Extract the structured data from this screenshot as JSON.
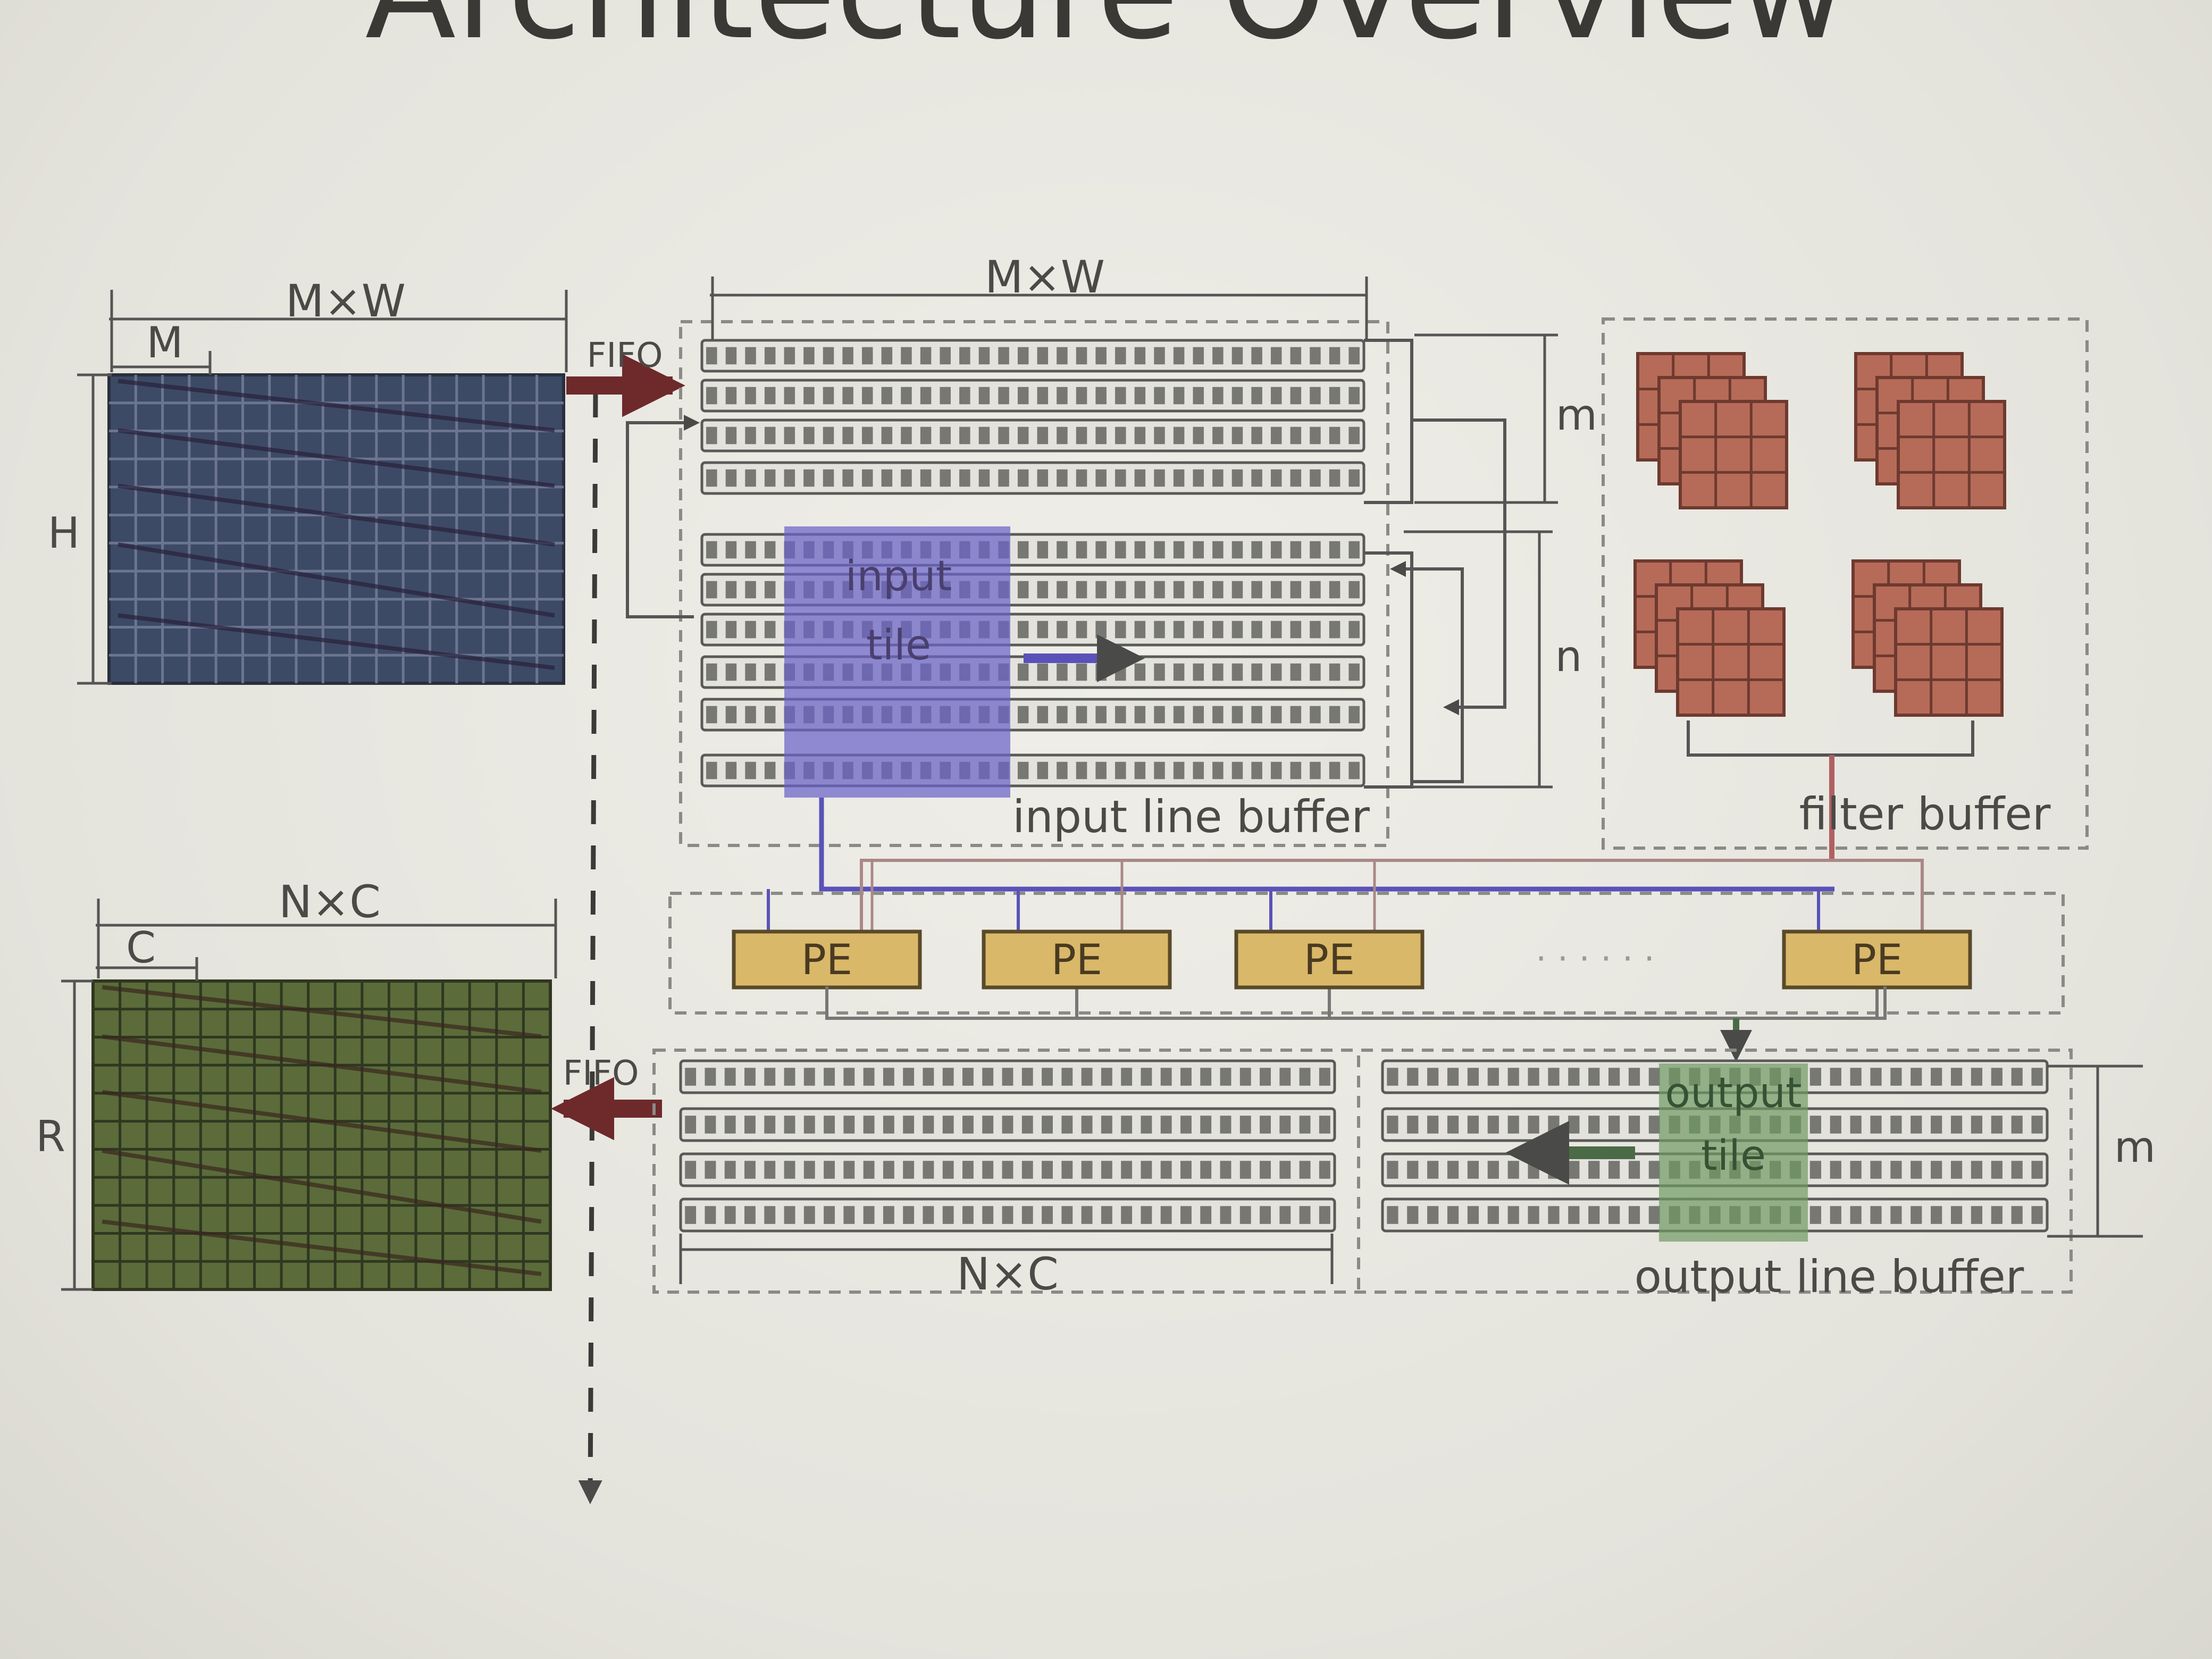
{
  "title": "Architecture Overview",
  "input_matrix": {
    "width_label": "M×W",
    "tile_label": "M",
    "height_label": "H",
    "color": "#3d4a66"
  },
  "output_matrix": {
    "width_label": "N×C",
    "tile_label": "C",
    "height_label": "R",
    "color": "#5b6b3a"
  },
  "fifo_in": "FIFO",
  "fifo_out": "FIFO",
  "input_line_buffer": {
    "label": "input line buffer",
    "top_label": "M×W",
    "m_label": "m",
    "n_label": "n"
  },
  "input_tile": {
    "line1": "input",
    "line2": "tile",
    "color": "#6a62c8"
  },
  "filter_buffer": {
    "label": "filter buffer",
    "color": "#b66a58"
  },
  "pe_array": {
    "pe_labels": [
      "PE",
      "PE",
      "PE",
      "PE"
    ],
    "ellipsis": "· · · · · ·",
    "pe_color": "#d9b86a"
  },
  "output_line_buffer": {
    "label": "output line buffer",
    "width_label": "N×C",
    "m_label": "m"
  },
  "output_tile": {
    "line1": "output",
    "line2": "tile",
    "color": "#6f9a62"
  }
}
